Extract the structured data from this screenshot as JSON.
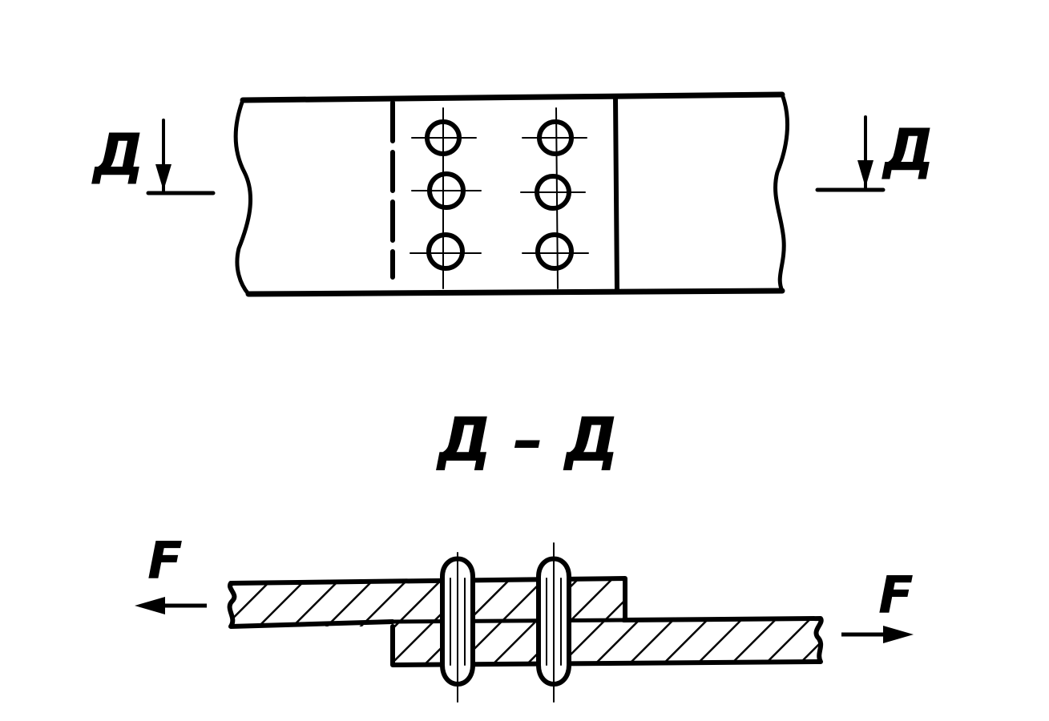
{
  "labels": {
    "section_mark_left": "Д",
    "section_mark_right": "Д",
    "section_title": "Д – Д",
    "force_left": "F",
    "force_right": "F"
  },
  "colors": {
    "ink": "#000000",
    "paper": "#ffffff"
  },
  "top_view": {
    "rivet_rows": 3,
    "rivet_columns": 2
  },
  "section_view": {
    "rivet_count": 2
  }
}
